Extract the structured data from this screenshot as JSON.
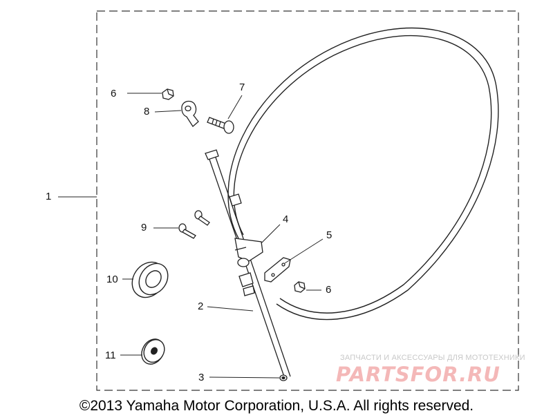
{
  "callouts": [
    {
      "id": "1",
      "text": "1"
    },
    {
      "id": "2",
      "text": "2"
    },
    {
      "id": "3",
      "text": "3"
    },
    {
      "id": "4",
      "text": "4"
    },
    {
      "id": "5",
      "text": "5"
    },
    {
      "id": "6a",
      "text": "6"
    },
    {
      "id": "6b",
      "text": "6"
    },
    {
      "id": "7",
      "text": "7"
    },
    {
      "id": "8",
      "text": "8"
    },
    {
      "id": "9",
      "text": "9"
    },
    {
      "id": "10",
      "text": "10"
    },
    {
      "id": "11",
      "text": "11"
    }
  ],
  "copyright": "©2013 Yamaha Motor Corporation, U.S.A. All rights reserved.",
  "watermark": {
    "tagline": "ЗАПЧАСТИ И АКСЕССУАРЫ ДЛЯ МОТОТЕХНИКИ",
    "brand": "PARTSFOR.RU"
  }
}
